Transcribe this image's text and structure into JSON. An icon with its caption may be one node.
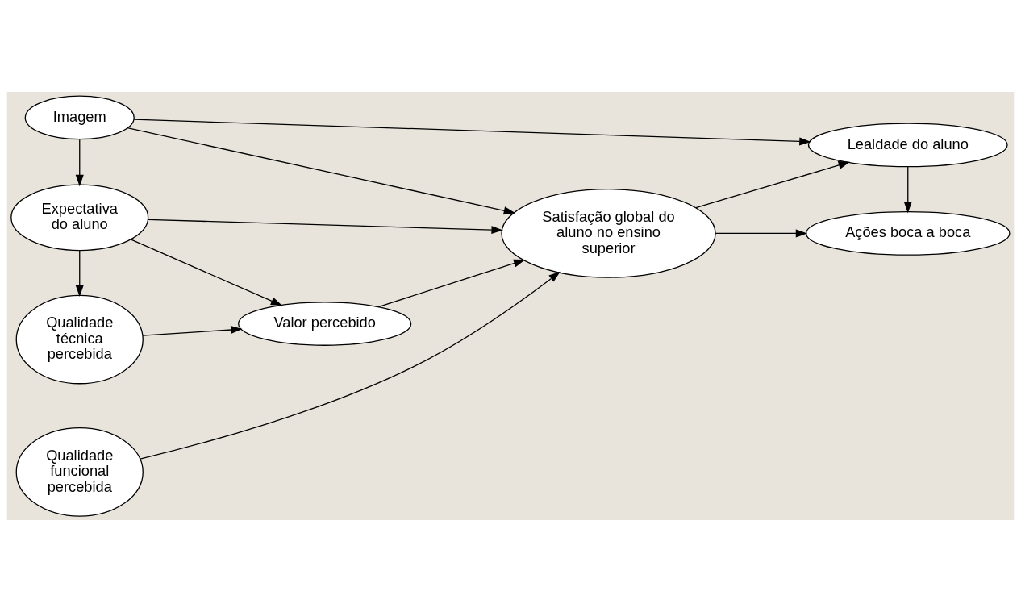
{
  "diagram": {
    "nodes": [
      {
        "text": [
          "Imagem"
        ]
      },
      {
        "text": [
          "Expectativa do aluno"
        ]
      },
      {
        "text": [
          "Qualidade técnica percebida"
        ]
      },
      {
        "text": [
          "Qualidade funcional percebida"
        ]
      },
      {
        "text": [
          "Valor percebido"
        ]
      },
      {
        "text": [
          "Satisfação global do aluno no ensino superior"
        ]
      },
      {
        "text": [
          "Lealdade do aluno"
        ]
      },
      {
        "text": [
          "Ações boca a boca"
        ]
      }
    ],
    "edges": [
      {
        "from": 0,
        "to": 1,
        "arrow": "to"
      },
      {
        "from": 0,
        "to": 6,
        "arrow": "to"
      },
      {
        "from": 0,
        "to": 5,
        "arrow": "to"
      },
      {
        "from": 1,
        "to": 2,
        "arrow": "to"
      },
      {
        "from": 1,
        "to": 5,
        "arrow": "to"
      },
      {
        "from": 1,
        "to": 4,
        "arrow": "to"
      },
      {
        "from": 2,
        "to": 4,
        "arrow": "to"
      },
      {
        "from": 4,
        "to": 5,
        "arrow": "to"
      },
      {
        "from": 3,
        "to": 5,
        "arrow": "to"
      },
      {
        "from": 5,
        "to": 6,
        "arrow": "to"
      },
      {
        "from": 5,
        "to": 7,
        "arrow": "to"
      },
      {
        "from": 6,
        "to": 7,
        "arrow": "to"
      }
    ]
  }
}
